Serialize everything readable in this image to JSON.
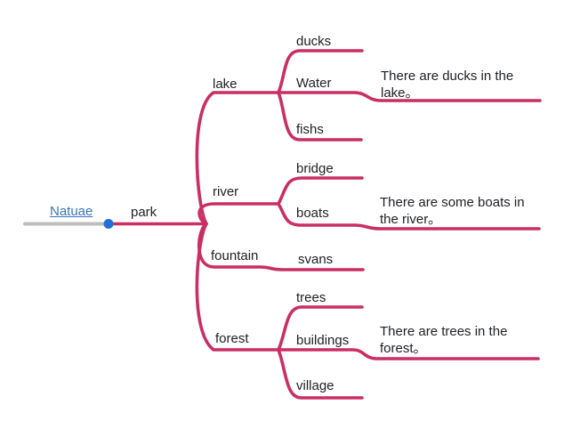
{
  "colors": {
    "branch_line": "#c92f63",
    "root_line": "#bdbdbd",
    "root_dot": "#2170d8",
    "link_blue": "#3b76bb",
    "text": "#202124",
    "background": "#ffffff"
  },
  "map": {
    "root": {
      "label": "Natuae"
    },
    "center": {
      "label": "park"
    },
    "branches": [
      {
        "label": "lake",
        "children": [
          {
            "label": "ducks"
          },
          {
            "label": "Water",
            "note": [
              "There are ducks  in the",
              "lake。"
            ]
          },
          {
            "label": "fishs"
          }
        ]
      },
      {
        "label": "river",
        "children": [
          {
            "label": "bridge"
          },
          {
            "label": "boats",
            "note": [
              "There are some boats  in",
              "the river。"
            ]
          }
        ]
      },
      {
        "label": "fountain",
        "children": [
          {
            "label": "svans"
          }
        ]
      },
      {
        "label": "forest",
        "children": [
          {
            "label": "trees"
          },
          {
            "label": "buildings",
            "note": [
              "There are trees in the",
              "forest。"
            ]
          },
          {
            "label": "village"
          }
        ]
      }
    ]
  }
}
